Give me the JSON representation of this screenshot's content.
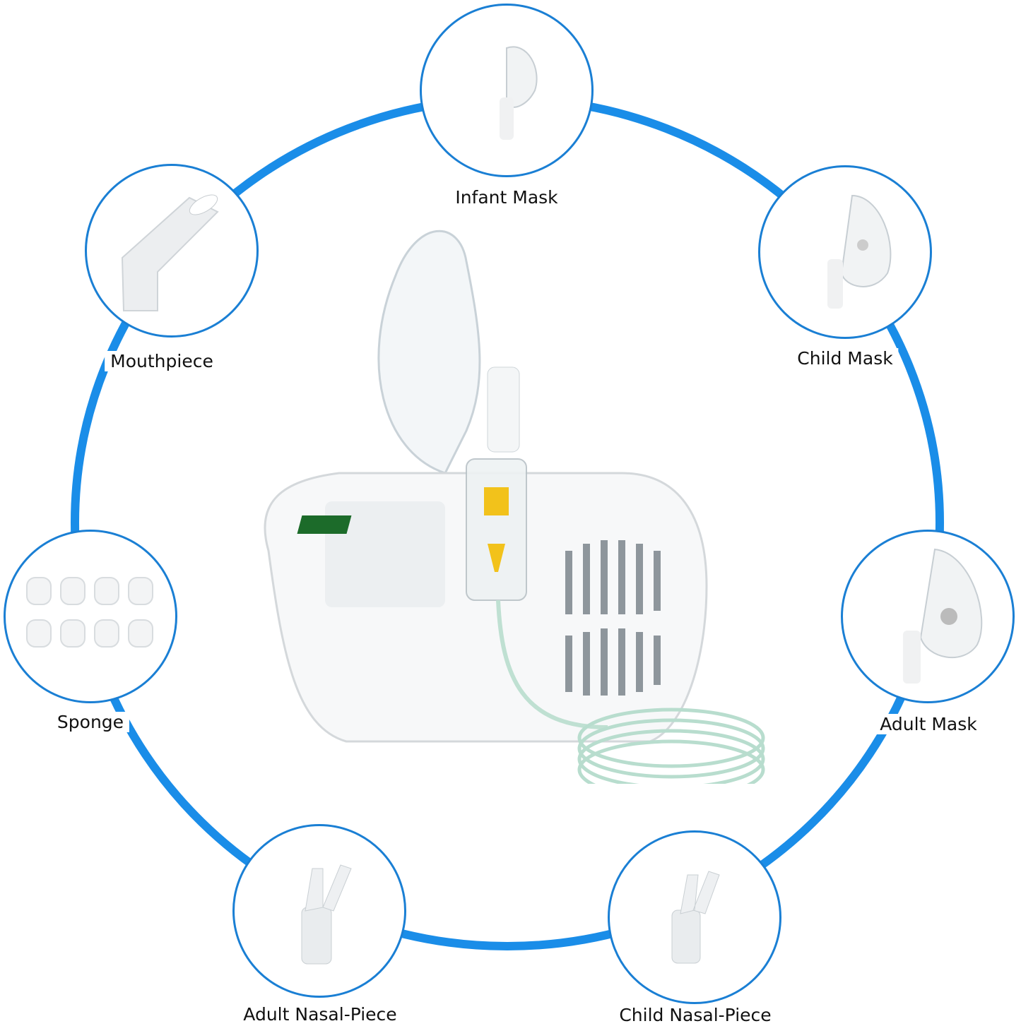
{
  "colors": {
    "ring": "#1a8de8",
    "node_border": "#1a7fd4",
    "text": "#111111"
  },
  "center_product": {
    "name": "nebulizer-compressor"
  },
  "accessories": [
    {
      "id": "infant-mask",
      "label": "Infant Mask",
      "icon": "mask-icon"
    },
    {
      "id": "child-mask",
      "label": "Child Mask",
      "icon": "mask-icon"
    },
    {
      "id": "adult-mask",
      "label": "Adult Mask",
      "icon": "mask-icon"
    },
    {
      "id": "child-nasal-piece",
      "label": "Child Nasal-Piece",
      "icon": "nasal-piece-icon"
    },
    {
      "id": "adult-nasal-piece",
      "label": "Adult Nasal-Piece",
      "icon": "nasal-piece-icon"
    },
    {
      "id": "sponge",
      "label": "Sponge",
      "icon": "sponge-icon"
    },
    {
      "id": "mouthpiece",
      "label": "Mouthpiece",
      "icon": "mouthpiece-icon"
    }
  ]
}
